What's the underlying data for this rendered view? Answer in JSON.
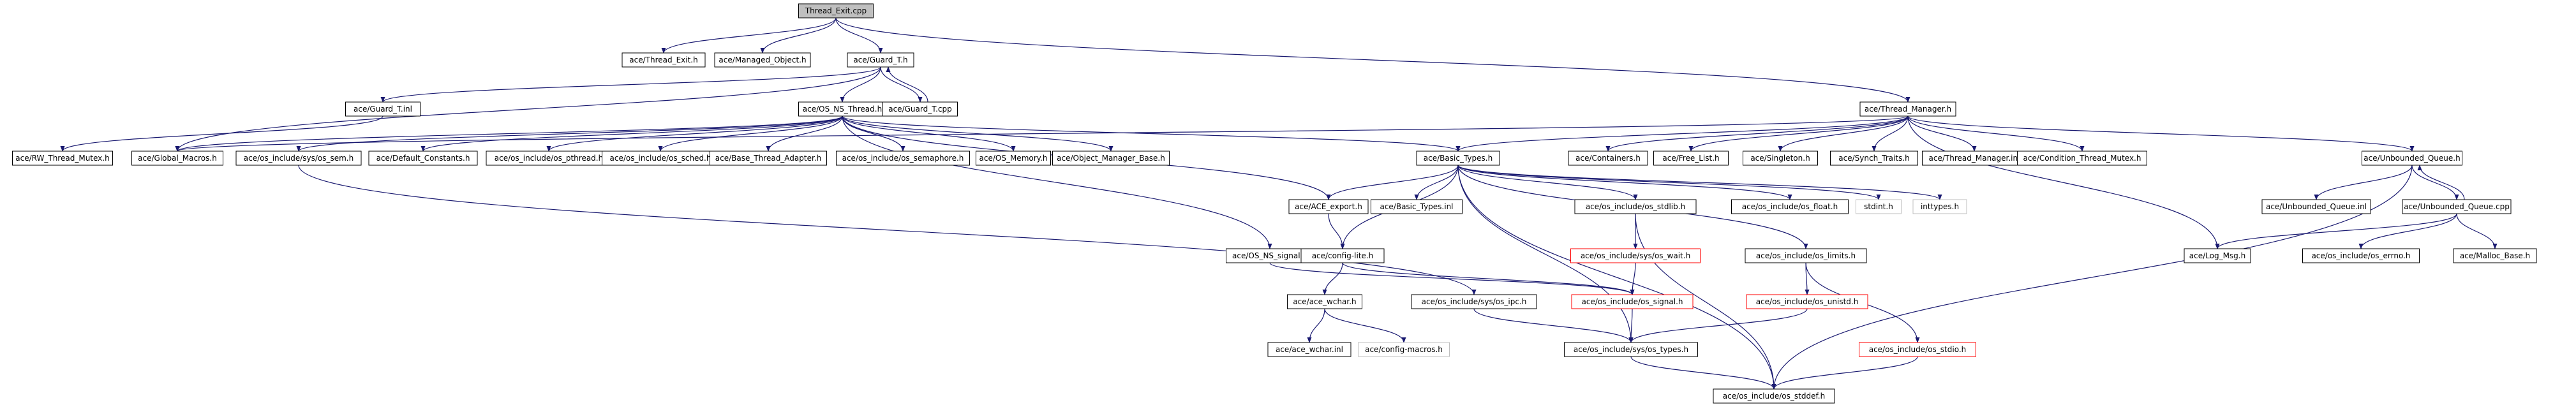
{
  "colors": {
    "edge": "#191970",
    "root_fill": "#bfbfbf",
    "normal_border": "#000000",
    "missing_border": "#ff0000",
    "external_border": "#bfbfbf"
  },
  "nodes": [
    {
      "id": "thread_exit_cpp",
      "label": "Thread_Exit.cpp",
      "kind": "root"
    },
    {
      "id": "thread_exit_h",
      "label": "ace/Thread_Exit.h",
      "kind": "normal"
    },
    {
      "id": "managed_object_h",
      "label": "ace/Managed_Object.h",
      "kind": "normal"
    },
    {
      "id": "guard_t_h",
      "label": "ace/Guard_T.h",
      "kind": "normal"
    },
    {
      "id": "guard_t_inl",
      "label": "ace/Guard_T.inl",
      "kind": "normal"
    },
    {
      "id": "os_ns_thread_h",
      "label": "ace/OS_NS_Thread.h",
      "kind": "normal"
    },
    {
      "id": "guard_t_cpp",
      "label": "ace/Guard_T.cpp",
      "kind": "normal"
    },
    {
      "id": "thread_manager_h",
      "label": "ace/Thread_Manager.h",
      "kind": "normal"
    },
    {
      "id": "rw_thread_mutex_h",
      "label": "ace/RW_Thread_Mutex.h",
      "kind": "normal"
    },
    {
      "id": "global_macros_h",
      "label": "ace/Global_Macros.h",
      "kind": "normal"
    },
    {
      "id": "sys_os_sem_h",
      "label": "ace/os_include/sys/os_sem.h",
      "kind": "normal"
    },
    {
      "id": "default_constants_h",
      "label": "ace/Default_Constants.h",
      "kind": "normal"
    },
    {
      "id": "os_pthread_h",
      "label": "ace/os_include/os_pthread.h",
      "kind": "normal"
    },
    {
      "id": "os_sched_h",
      "label": "ace/os_include/os_sched.h",
      "kind": "normal"
    },
    {
      "id": "base_thread_adapter_h",
      "label": "ace/Base_Thread_Adapter.h",
      "kind": "normal"
    },
    {
      "id": "os_semaphore_h",
      "label": "ace/os_include/os_semaphore.h",
      "kind": "normal"
    },
    {
      "id": "os_memory_h",
      "label": "ace/OS_Memory.h",
      "kind": "normal"
    },
    {
      "id": "object_manager_base_h",
      "label": "ace/Object_Manager_Base.h",
      "kind": "normal"
    },
    {
      "id": "basic_types_h",
      "label": "ace/Basic_Types.h",
      "kind": "normal"
    },
    {
      "id": "containers_h",
      "label": "ace/Containers.h",
      "kind": "normal"
    },
    {
      "id": "free_list_h",
      "label": "ace/Free_List.h",
      "kind": "normal"
    },
    {
      "id": "singleton_h",
      "label": "ace/Singleton.h",
      "kind": "normal"
    },
    {
      "id": "synch_traits_h",
      "label": "ace/Synch_Traits.h",
      "kind": "normal"
    },
    {
      "id": "thread_manager_inl",
      "label": "ace/Thread_Manager.inl",
      "kind": "normal"
    },
    {
      "id": "condition_thread_mutex_h",
      "label": "ace/Condition_Thread_Mutex.h",
      "kind": "normal"
    },
    {
      "id": "unbounded_queue_h",
      "label": "ace/Unbounded_Queue.h",
      "kind": "normal"
    },
    {
      "id": "ace_export_h",
      "label": "ace/ACE_export.h",
      "kind": "normal"
    },
    {
      "id": "basic_types_inl",
      "label": "ace/Basic_Types.inl",
      "kind": "normal"
    },
    {
      "id": "os_stdlib_h",
      "label": "ace/os_include/os_stdlib.h",
      "kind": "normal"
    },
    {
      "id": "os_float_h",
      "label": "ace/os_include/os_float.h",
      "kind": "normal"
    },
    {
      "id": "stdint_h",
      "label": "stdint.h",
      "kind": "gray"
    },
    {
      "id": "inttypes_h",
      "label": "inttypes.h",
      "kind": "gray"
    },
    {
      "id": "unbounded_queue_inl",
      "label": "ace/Unbounded_Queue.inl",
      "kind": "normal"
    },
    {
      "id": "unbounded_queue_cpp",
      "label": "ace/Unbounded_Queue.cpp",
      "kind": "normal"
    },
    {
      "id": "os_ns_signal_h",
      "label": "ace/OS_NS_signal.h",
      "kind": "normal"
    },
    {
      "id": "config_lite_h",
      "label": "ace/config-lite.h",
      "kind": "normal"
    },
    {
      "id": "sys_os_wait_h",
      "label": "ace/os_include/sys/os_wait.h",
      "kind": "red"
    },
    {
      "id": "os_limits_h",
      "label": "ace/os_include/os_limits.h",
      "kind": "normal"
    },
    {
      "id": "log_msg_h",
      "label": "ace/Log_Msg.h",
      "kind": "normal"
    },
    {
      "id": "os_errno_h",
      "label": "ace/os_include/os_errno.h",
      "kind": "normal"
    },
    {
      "id": "malloc_base_h",
      "label": "ace/Malloc_Base.h",
      "kind": "normal"
    },
    {
      "id": "ace_wchar_h",
      "label": "ace/ace_wchar.h",
      "kind": "normal"
    },
    {
      "id": "sys_os_ipc_h",
      "label": "ace/os_include/sys/os_ipc.h",
      "kind": "normal"
    },
    {
      "id": "os_signal_h",
      "label": "ace/os_include/os_signal.h",
      "kind": "red"
    },
    {
      "id": "os_unistd_h",
      "label": "ace/os_include/os_unistd.h",
      "kind": "red"
    },
    {
      "id": "ace_wchar_inl",
      "label": "ace/ace_wchar.inl",
      "kind": "normal"
    },
    {
      "id": "config_macros_h",
      "label": "ace/config-macros.h",
      "kind": "gray"
    },
    {
      "id": "sys_os_types_h",
      "label": "ace/os_include/sys/os_types.h",
      "kind": "normal"
    },
    {
      "id": "os_stdio_h",
      "label": "ace/os_include/os_stdio.h",
      "kind": "red"
    },
    {
      "id": "os_stddef_h",
      "label": "ace/os_include/os_stddef.h",
      "kind": "normal"
    }
  ],
  "edges": [
    [
      "thread_exit_cpp",
      "thread_exit_h"
    ],
    [
      "thread_exit_cpp",
      "managed_object_h"
    ],
    [
      "thread_exit_cpp",
      "guard_t_h"
    ],
    [
      "thread_exit_cpp",
      "thread_manager_h"
    ],
    [
      "guard_t_h",
      "guard_t_inl"
    ],
    [
      "guard_t_h",
      "os_ns_thread_h"
    ],
    [
      "guard_t_h",
      "guard_t_cpp"
    ],
    [
      "guard_t_cpp",
      "guard_t_h"
    ],
    [
      "guard_t_h",
      "global_macros_h"
    ],
    [
      "guard_t_inl",
      "rw_thread_mutex_h"
    ],
    [
      "os_ns_thread_h",
      "global_macros_h"
    ],
    [
      "os_ns_thread_h",
      "sys_os_sem_h"
    ],
    [
      "os_ns_thread_h",
      "default_constants_h"
    ],
    [
      "os_ns_thread_h",
      "os_pthread_h"
    ],
    [
      "os_ns_thread_h",
      "os_sched_h"
    ],
    [
      "os_ns_thread_h",
      "base_thread_adapter_h"
    ],
    [
      "os_ns_thread_h",
      "os_semaphore_h"
    ],
    [
      "os_ns_thread_h",
      "os_memory_h"
    ],
    [
      "os_ns_thread_h",
      "object_manager_base_h"
    ],
    [
      "os_ns_thread_h",
      "basic_types_h"
    ],
    [
      "os_ns_thread_h",
      "ace_export_h"
    ],
    [
      "os_ns_thread_h",
      "os_ns_signal_h"
    ],
    [
      "sys_os_sem_h",
      "sys_os_ipc_h"
    ],
    [
      "thread_manager_h",
      "global_macros_h"
    ],
    [
      "thread_manager_h",
      "basic_types_h"
    ],
    [
      "thread_manager_h",
      "containers_h"
    ],
    [
      "thread_manager_h",
      "free_list_h"
    ],
    [
      "thread_manager_h",
      "singleton_h"
    ],
    [
      "thread_manager_h",
      "synch_traits_h"
    ],
    [
      "thread_manager_h",
      "thread_manager_inl"
    ],
    [
      "thread_manager_h",
      "condition_thread_mutex_h"
    ],
    [
      "thread_manager_h",
      "unbounded_queue_h"
    ],
    [
      "thread_manager_h",
      "log_msg_h"
    ],
    [
      "basic_types_h",
      "ace_export_h"
    ],
    [
      "basic_types_h",
      "basic_types_inl"
    ],
    [
      "basic_types_h",
      "os_stdlib_h"
    ],
    [
      "basic_types_h",
      "os_float_h"
    ],
    [
      "basic_types_h",
      "stdint_h"
    ],
    [
      "basic_types_h",
      "inttypes_h"
    ],
    [
      "basic_types_h",
      "config_lite_h"
    ],
    [
      "basic_types_h",
      "os_limits_h"
    ],
    [
      "basic_types_h",
      "sys_os_types_h"
    ],
    [
      "basic_types_h",
      "os_stddef_h"
    ],
    [
      "ace_export_h",
      "config_lite_h"
    ],
    [
      "os_stdlib_h",
      "sys_os_wait_h"
    ],
    [
      "os_stdlib_h",
      "os_stddef_h"
    ],
    [
      "sys_os_wait_h",
      "os_signal_h"
    ],
    [
      "os_limits_h",
      "os_unistd_h"
    ],
    [
      "os_limits_h",
      "os_stdio_h"
    ],
    [
      "os_unistd_h",
      "sys_os_types_h"
    ],
    [
      "os_stdio_h",
      "os_stddef_h"
    ],
    [
      "config_lite_h",
      "ace_wchar_h"
    ],
    [
      "config_lite_h",
      "os_signal_h"
    ],
    [
      "os_ns_signal_h",
      "os_signal_h"
    ],
    [
      "ace_wchar_h",
      "ace_wchar_inl"
    ],
    [
      "ace_wchar_h",
      "config_macros_h"
    ],
    [
      "sys_os_ipc_h",
      "sys_os_types_h"
    ],
    [
      "os_signal_h",
      "sys_os_types_h"
    ],
    [
      "sys_os_types_h",
      "os_stddef_h"
    ],
    [
      "unbounded_queue_h",
      "unbounded_queue_inl"
    ],
    [
      "unbounded_queue_h",
      "unbounded_queue_cpp"
    ],
    [
      "unbounded_queue_cpp",
      "unbounded_queue_h"
    ],
    [
      "unbounded_queue_h",
      "os_stddef_h"
    ],
    [
      "unbounded_queue_cpp",
      "log_msg_h"
    ],
    [
      "unbounded_queue_cpp",
      "os_errno_h"
    ],
    [
      "unbounded_queue_cpp",
      "malloc_base_h"
    ]
  ]
}
